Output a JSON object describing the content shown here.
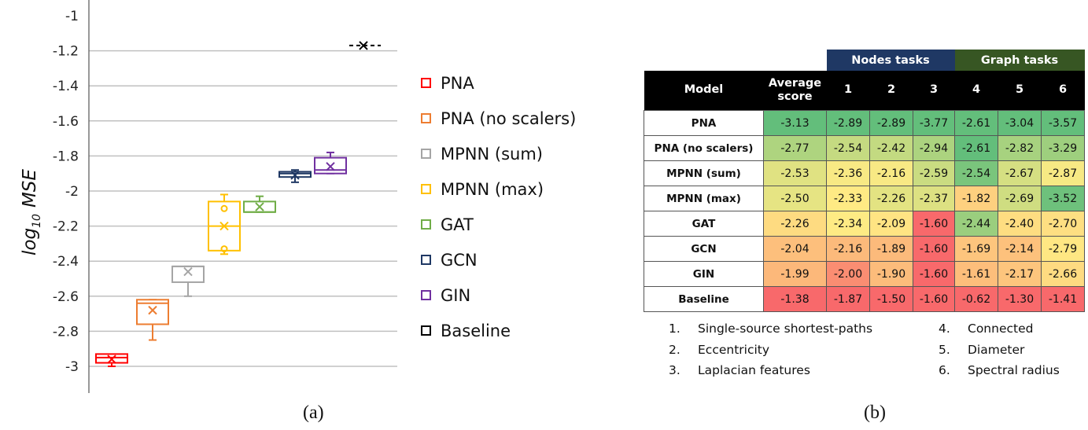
{
  "chart_data": [
    {
      "type": "box",
      "title": "",
      "ylabel": "log10 MSE",
      "ylabel_base": "log",
      "ylabel_sub": "10",
      "ylabel_rest": "MSE",
      "ylim": [
        -3.1,
        -1.0
      ],
      "yticks": [
        "-1",
        "-1.2",
        "-1.4",
        "-1.6",
        "-1.8",
        "-2",
        "-2.2",
        "-2.4",
        "-2.6",
        "-2.8",
        "-3"
      ],
      "ytick_values": [
        -1,
        -1.2,
        -1.4,
        -1.6,
        -1.8,
        -2,
        -2.2,
        -2.4,
        -2.6,
        -2.8,
        -3
      ],
      "grid": true,
      "legend_position": "right",
      "series": [
        {
          "name": "PNA",
          "color": "#ff0000",
          "min": -3.0,
          "q1": -2.98,
          "median": -2.95,
          "q3": -2.93,
          "max": -2.94,
          "mean": -2.96,
          "outliers": []
        },
        {
          "name": "PNA (no scalers)",
          "color": "#ed7d31",
          "min": -2.85,
          "q1": -2.76,
          "median": -2.64,
          "q3": -2.62,
          "max": -2.62,
          "mean": -2.68,
          "outliers": []
        },
        {
          "name": "MPNN (sum)",
          "color": "#a5a5a5",
          "min": -2.6,
          "q1": -2.52,
          "median": -2.43,
          "q3": -2.43,
          "max": -2.43,
          "mean": -2.46,
          "outliers": []
        },
        {
          "name": "MPNN (max)",
          "color": "#ffc000",
          "min": -2.36,
          "q1": -2.34,
          "median": -2.2,
          "q3": -2.06,
          "max": -2.02,
          "mean": -2.2,
          "outliers": [
            -2.1,
            -2.33
          ]
        },
        {
          "name": "GAT",
          "color": "#70ad47",
          "min": -2.12,
          "q1": -2.12,
          "median": -2.12,
          "q3": -2.06,
          "max": -2.03,
          "mean": -2.09,
          "outliers": []
        },
        {
          "name": "GCN",
          "color": "#1f3864",
          "min": -1.95,
          "q1": -1.92,
          "median": -1.9,
          "q3": -1.89,
          "max": -1.88,
          "mean": -1.91,
          "outliers": []
        },
        {
          "name": "GIN",
          "color": "#7030a0",
          "min": -1.9,
          "q1": -1.9,
          "median": -1.88,
          "q3": -1.81,
          "max": -1.78,
          "mean": -1.86,
          "outliers": []
        },
        {
          "name": "Baseline",
          "color": "#000000",
          "min": -1.17,
          "q1": -1.17,
          "median": -1.17,
          "q3": -1.17,
          "max": -1.17,
          "mean": -1.17,
          "outliers": []
        }
      ]
    },
    {
      "type": "table",
      "group_headers": [
        {
          "label": "Nodes tasks",
          "color": "#1f3864",
          "span": 3
        },
        {
          "label": "Graph tasks",
          "color": "#375623",
          "span": 3
        }
      ],
      "columns": [
        "Model",
        "Average score",
        "1",
        "2",
        "3",
        "4",
        "5",
        "6"
      ],
      "rows": [
        {
          "model": "PNA",
          "values": [
            "-3.13",
            "-2.89",
            "-2.89",
            "-3.77",
            "-2.61",
            "-3.04",
            "-3.57"
          ]
        },
        {
          "model": "PNA (no scalers)",
          "values": [
            "-2.77",
            "-2.54",
            "-2.42",
            "-2.94",
            "-2.61",
            "-2.82",
            "-3.29"
          ]
        },
        {
          "model": "MPNN (sum)",
          "values": [
            "-2.53",
            "-2.36",
            "-2.16",
            "-2.59",
            "-2.54",
            "-2.67",
            "-2.87"
          ]
        },
        {
          "model": "MPNN (max)",
          "values": [
            "-2.50",
            "-2.33",
            "-2.26",
            "-2.37",
            "-1.82",
            "-2.69",
            "-3.52"
          ]
        },
        {
          "model": "GAT",
          "values": [
            "-2.26",
            "-2.34",
            "-2.09",
            "-1.60",
            "-2.44",
            "-2.40",
            "-2.70"
          ]
        },
        {
          "model": "GCN",
          "values": [
            "-2.04",
            "-2.16",
            "-1.89",
            "-1.60",
            "-1.69",
            "-2.14",
            "-2.79"
          ]
        },
        {
          "model": "GIN",
          "values": [
            "-1.99",
            "-2.00",
            "-1.90",
            "-1.60",
            "-1.61",
            "-2.17",
            "-2.66"
          ]
        },
        {
          "model": "Baseline",
          "values": [
            "-1.38",
            "-1.87",
            "-1.50",
            "-1.60",
            "-0.62",
            "-1.30",
            "-1.41"
          ]
        }
      ],
      "scale_colors": {
        "low": "#63be7b",
        "mid": "#ffeb84",
        "high": "#f8696b"
      }
    }
  ],
  "notes_left": [
    {
      "n": "1.",
      "text": "Single-source shortest-paths"
    },
    {
      "n": "2.",
      "text": "Eccentricity"
    },
    {
      "n": "3.",
      "text": "Laplacian features"
    }
  ],
  "notes_right": [
    {
      "n": "4.",
      "text": "Connected"
    },
    {
      "n": "5.",
      "text": "Diameter"
    },
    {
      "n": "6.",
      "text": "Spectral radius"
    }
  ],
  "captions": {
    "a": "(a)",
    "b": "(b)"
  }
}
